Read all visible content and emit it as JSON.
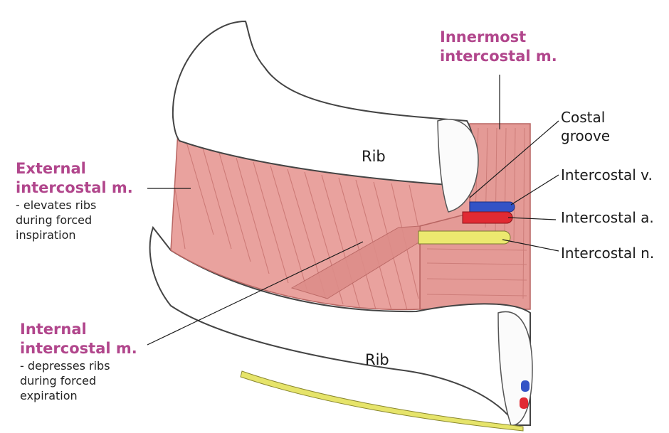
{
  "colors": {
    "muscle": "#e9a29e",
    "muscle_dark": "#c96f6c",
    "bone": "#ffffff",
    "vein": "#3353c6",
    "artery": "#e12a33",
    "nerve": "#ece96f",
    "magenta_label": "#b1468c"
  },
  "labels": {
    "innermost": {
      "line1": "Innermost",
      "line2": "intercostal m."
    },
    "external": {
      "line1": "External",
      "line2": "intercostal m.",
      "note1": "- elevates ribs",
      "note2": "during forced",
      "note3": "inspiration"
    },
    "internal": {
      "line1": "Internal",
      "line2": "intercostal m.",
      "note1": "- depresses ribs",
      "note2": "during forced",
      "note3": "expiration"
    },
    "costal_groove": {
      "line1": "Costal",
      "line2": "groove"
    },
    "vein": "Intercostal v.",
    "artery": "Intercostal a.",
    "nerve": "Intercostal n.",
    "rib_upper": "Rib",
    "rib_lower": "Rib"
  }
}
